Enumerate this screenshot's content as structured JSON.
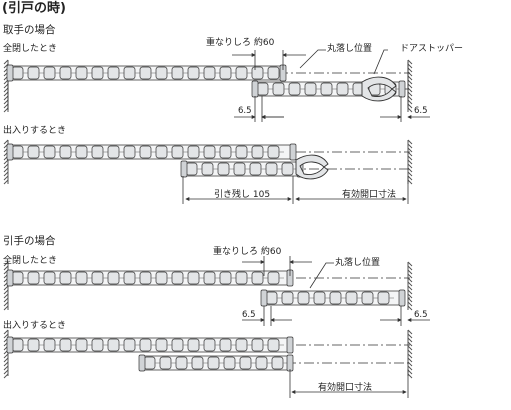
{
  "page_title": "(引戸の時)",
  "sections": [
    {
      "title": "取手の場合",
      "state_closed": "全閉したとき",
      "state_open": "出入りするとき",
      "overlap": "重なりしろ 約60",
      "ball_drop": "丸落し位置",
      "door_stopper": "ドアストッパー",
      "gap_left": "6.5",
      "gap_right": "6.5",
      "remain": "引き残し 105",
      "opening": "有効開口寸法"
    },
    {
      "title": "引手の場合",
      "state_closed": "全閉したとき",
      "state_open": "出入りするとき",
      "overlap": "重なりしろ 約60",
      "ball_drop": "丸落し位置",
      "gap_left": "6.5",
      "gap_right": "6.5",
      "opening": "有効開口寸法"
    }
  ],
  "colors": {
    "panel_fill": "#e3e5e7",
    "panel_stroke": "#333333",
    "line": "#333333",
    "wall_hatch": "#555555"
  }
}
